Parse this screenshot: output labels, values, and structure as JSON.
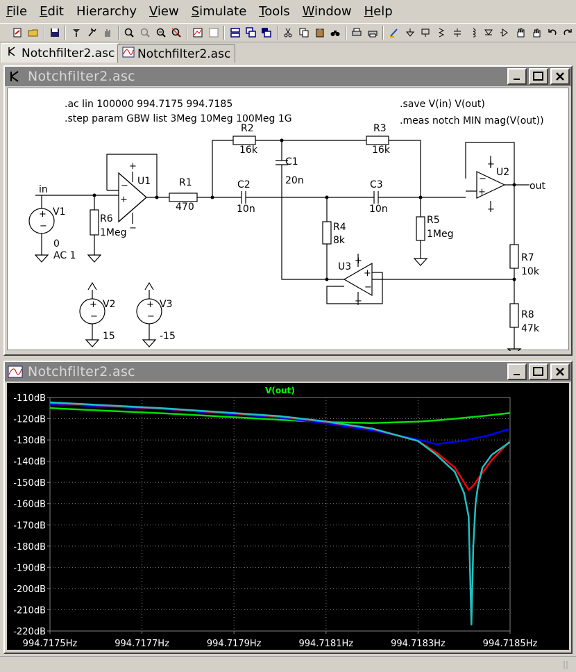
{
  "menu": [
    {
      "label": "File",
      "mnemonic": "F",
      "rest": "ile"
    },
    {
      "label": "Edit",
      "mnemonic": "E",
      "rest": "dit"
    },
    {
      "label": "Hierarchy",
      "mnemonic": "",
      "rest": "Hierarchy"
    },
    {
      "label": "View",
      "mnemonic": "V",
      "rest": "iew"
    },
    {
      "label": "Simulate",
      "mnemonic": "S",
      "rest": "imulate"
    },
    {
      "label": "Tools",
      "mnemonic": "T",
      "rest": "ools"
    },
    {
      "label": "Window",
      "mnemonic": "W",
      "rest": "indow"
    },
    {
      "label": "Help",
      "mnemonic": "H",
      "rest": "elp"
    }
  ],
  "tabs": [
    {
      "label": "Notchfilter2.asc",
      "icon": "schematic-icon"
    },
    {
      "label": "Notchfilter2.asc",
      "icon": "waveform-icon"
    }
  ],
  "schematic_window": {
    "title": "Notchfilter2.asc",
    "directives": {
      "ac": ".ac lin 100000 994.7175 994.7185",
      "step": ".step param GBW list 3Meg 10Meg 100Meg 1G",
      "save": ".save V(in) V(out)",
      "meas": ".meas notch MIN mag(V(out))"
    },
    "components": {
      "R1": {
        "name": "R1",
        "value": "470"
      },
      "R2": {
        "name": "R2",
        "value": "16k"
      },
      "R3": {
        "name": "R3",
        "value": "16k"
      },
      "R4": {
        "name": "R4",
        "value": "8k"
      },
      "R5": {
        "name": "R5",
        "value": "1Meg"
      },
      "R6": {
        "name": "R6",
        "value": "1Meg"
      },
      "R7": {
        "name": "R7",
        "value": "10k"
      },
      "R8": {
        "name": "R8",
        "value": "47k"
      },
      "C1": {
        "name": "C1",
        "value": "20n"
      },
      "C2": {
        "name": "C2",
        "value": "10n"
      },
      "C3": {
        "name": "C3",
        "value": "10n"
      },
      "V1": {
        "name": "V1",
        "value": "0",
        "extra": "AC 1"
      },
      "V2": {
        "name": "V2",
        "value": "15"
      },
      "V3": {
        "name": "V3",
        "value": "-15"
      },
      "U1": {
        "name": "U1"
      },
      "U2": {
        "name": "U2"
      },
      "U3": {
        "name": "U3"
      }
    },
    "net_labels": {
      "in": "in",
      "out": "out"
    }
  },
  "plot_window": {
    "title": "Notchfilter2.asc",
    "colors": {
      "background": "#000000",
      "grid": "#808080",
      "axis_text": "#ffffff",
      "title": "#00ff00"
    },
    "chart_data": {
      "type": "line",
      "title": "V(out)",
      "xlabel": "",
      "ylabel": "",
      "x_tick_labels": [
        "994.7175Hz",
        "994.7177Hz",
        "994.7179Hz",
        "994.7181Hz",
        "994.7183Hz",
        "994.7185Hz"
      ],
      "y_tick_labels": [
        "-110dB",
        "-120dB",
        "-130dB",
        "-140dB",
        "-150dB",
        "-160dB",
        "-170dB",
        "-180dB",
        "-190dB",
        "-200dB",
        "-210dB",
        "-220dB"
      ],
      "xlim": [
        994.7175,
        994.7185
      ],
      "ylim": [
        -220,
        -110
      ],
      "grid": true,
      "legend": "none",
      "series": [
        {
          "color": "#00e000",
          "x": [
            994.7175,
            994.71775,
            994.718,
            994.7181,
            994.7182,
            994.7183,
            994.71835,
            994.7184,
            994.71845,
            994.7185
          ],
          "values": [
            -115,
            -117.5,
            -120.5,
            -121.6,
            -122,
            -121.4,
            -120.6,
            -119.6,
            -118.5,
            -117.3
          ]
        },
        {
          "color": "#0000ff",
          "x": [
            994.7175,
            994.71775,
            994.718,
            994.7181,
            994.7182,
            994.7183,
            994.71834,
            994.7184,
            994.71845,
            994.7185
          ],
          "values": [
            -113,
            -115.5,
            -119.5,
            -122.2,
            -125.5,
            -129.8,
            -132,
            -130.3,
            -128,
            -124.8
          ]
        },
        {
          "color": "#ff0000",
          "x": [
            994.7175,
            994.71775,
            994.718,
            994.7181,
            994.7182,
            994.7183,
            994.71834,
            994.71838,
            994.7184,
            994.71841,
            994.71842,
            994.71844,
            994.71846,
            994.71848,
            994.7185
          ],
          "values": [
            -112.5,
            -115.3,
            -119,
            -121.5,
            -124.8,
            -130.5,
            -136,
            -143,
            -150,
            -153.5,
            -151.5,
            -145.5,
            -139.5,
            -135,
            -130.5
          ]
        },
        {
          "color": "#20c0c0",
          "x": [
            994.7175,
            994.71775,
            994.718,
            994.7181,
            994.7182,
            994.7183,
            994.71834,
            994.71838,
            994.7184,
            994.71841,
            994.718416,
            994.71842,
            994.718425,
            994.71843,
            994.71844,
            994.71846,
            994.71848,
            994.7185
          ],
          "values": [
            -112.3,
            -115.1,
            -118.8,
            -121.3,
            -124.6,
            -130.5,
            -137,
            -145,
            -155,
            -166,
            -217,
            -180,
            -160,
            -152,
            -143,
            -137,
            -134,
            -131
          ]
        }
      ]
    }
  }
}
